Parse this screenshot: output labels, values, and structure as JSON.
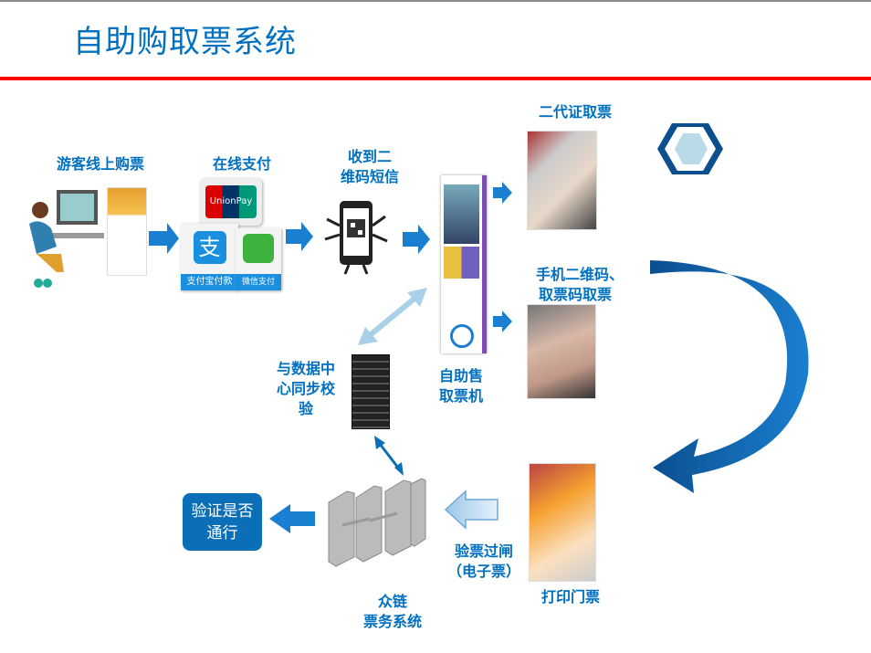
{
  "title": "自助购取票系统",
  "steps": {
    "online_purchase": "游客线上购票",
    "online_payment": "在线支付",
    "receive_sms_l1": "收到二",
    "receive_sms_l2": "维码短信",
    "kiosk_l1": "自助售",
    "kiosk_l2": "取票机",
    "sync_l1": "与数据中",
    "sync_l2": "心同步校",
    "sync_l3": "验",
    "id_card": "二代证取票",
    "qr_l1": "手机二维码、",
    "qr_l2": "取票码取票",
    "print": "打印门票",
    "gate_l1": "验票过闸",
    "gate_l2": "（电子票）",
    "system_l1": "众链",
    "system_l2": "票务系统",
    "verify_l1": "验证是否",
    "verify_l2": "通行"
  },
  "payment_logos": {
    "unionpay": "UnionPay 银联",
    "alipay": "支付宝付款",
    "wechat": "微信支付"
  },
  "colors": {
    "accent": "#0070c0",
    "red": "#ff0000",
    "box": "#0b6fb8"
  }
}
